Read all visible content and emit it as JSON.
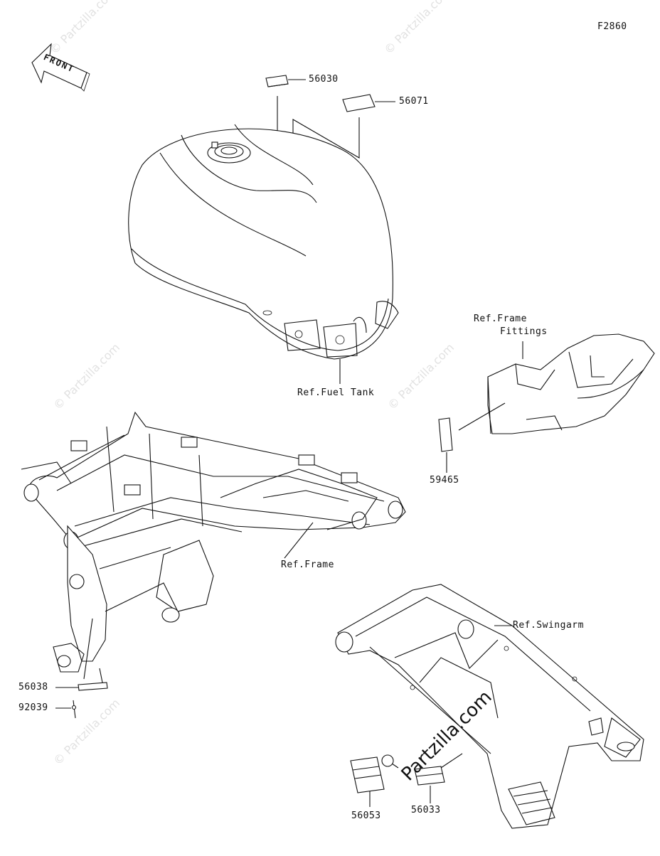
{
  "figure_code": "F2860",
  "front_arrow_label": "FRONT",
  "callouts": {
    "p56030": "56030",
    "p56071": "56071",
    "ref_fuel_tank": "Ref.Fuel Tank",
    "ref_frame_fittings_l1": "Ref.Frame",
    "ref_frame_fittings_l2": "Fittings",
    "p59465": "59465",
    "ref_frame": "Ref.Frame",
    "ref_swingarm": "Ref.Swingarm",
    "p56038": "56038",
    "p92039": "92039",
    "p56053": "56053",
    "p56033": "56033"
  },
  "watermarks": {
    "small": "© Partzilla.com",
    "large": "Partzilla.com"
  }
}
